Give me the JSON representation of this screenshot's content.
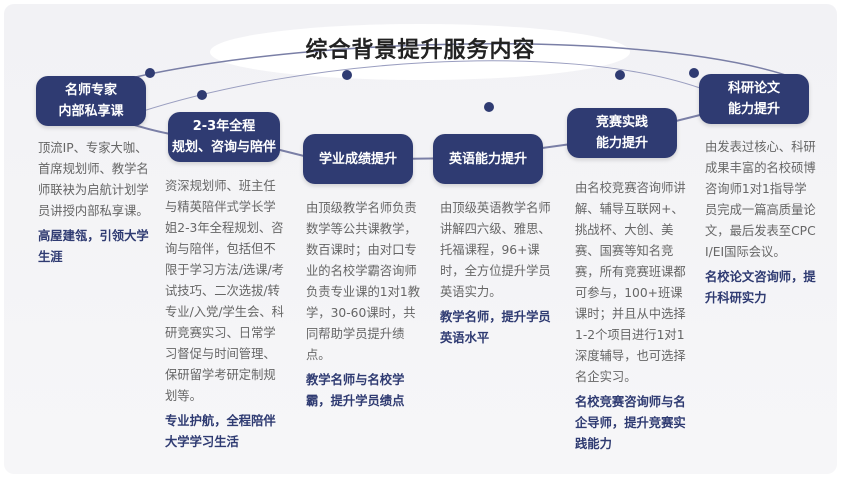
{
  "title": "综合背景提升服务内容",
  "colors": {
    "box": "#2f3b72",
    "body_text": "#666666",
    "highlight": "#2f3b72"
  },
  "items": [
    {
      "title": "名师专家\n内部私享课",
      "desc": "顶流IP、专家大咖、首席规划师、教学名师联袂为启航计划学员讲授内部私享课。",
      "highlight": "高屋建瓴，引领大学生涯"
    },
    {
      "title": "2-3年全程\n规划、咨询与陪伴",
      "desc": "资深规划师、班主任与精英陪伴式学长学姐2-3年全程规划、咨询与陪伴，包括但不限于学习方法/选课/考试技巧、二次选拔/转专业/入党/学生会、科研竞赛实习、日常学习督促与时间管理、保研留学考研定制规划等。",
      "highlight": "专业护航，全程陪伴大学学习生活"
    },
    {
      "title": "学业成绩提升",
      "desc": "由顶级教学名师负责数学等公共课教学，数百课时；由对口专业的名校学霸咨询师负责专业课的1对1教学，30-60课时，共同帮助学员提升绩点。",
      "highlight": "教学名师与名校学霸，提升学员绩点"
    },
    {
      "title": "英语能力提升",
      "desc": "由顶级英语教学名师讲解四六级、雅思、托福课程，96+课时，全方位提升学员英语实力。",
      "highlight": "教学名师，提升学员英语水平"
    },
    {
      "title": "竞赛实践\n能力提升",
      "desc": "由名校竞赛咨询师讲解、辅导互联网+、挑战杯、大创、美赛、国赛等知名竞赛，所有竞赛班课都可参与，100+班课课时；并且从中选择1-2个项目进行1对1深度辅导，也可选择名企实习。",
      "highlight": "名校竞赛咨询师与名企导师，提升竞赛实践能力"
    },
    {
      "title": "科研论文\n能力提升",
      "desc": "由发表过核心、科研成果丰富的名校硕博咨询师1对1指导学员完成一篇高质量论文，最后发表至CPCI/EI国际会议。",
      "highlight": "名校论文咨询师，提升科研实力"
    }
  ]
}
